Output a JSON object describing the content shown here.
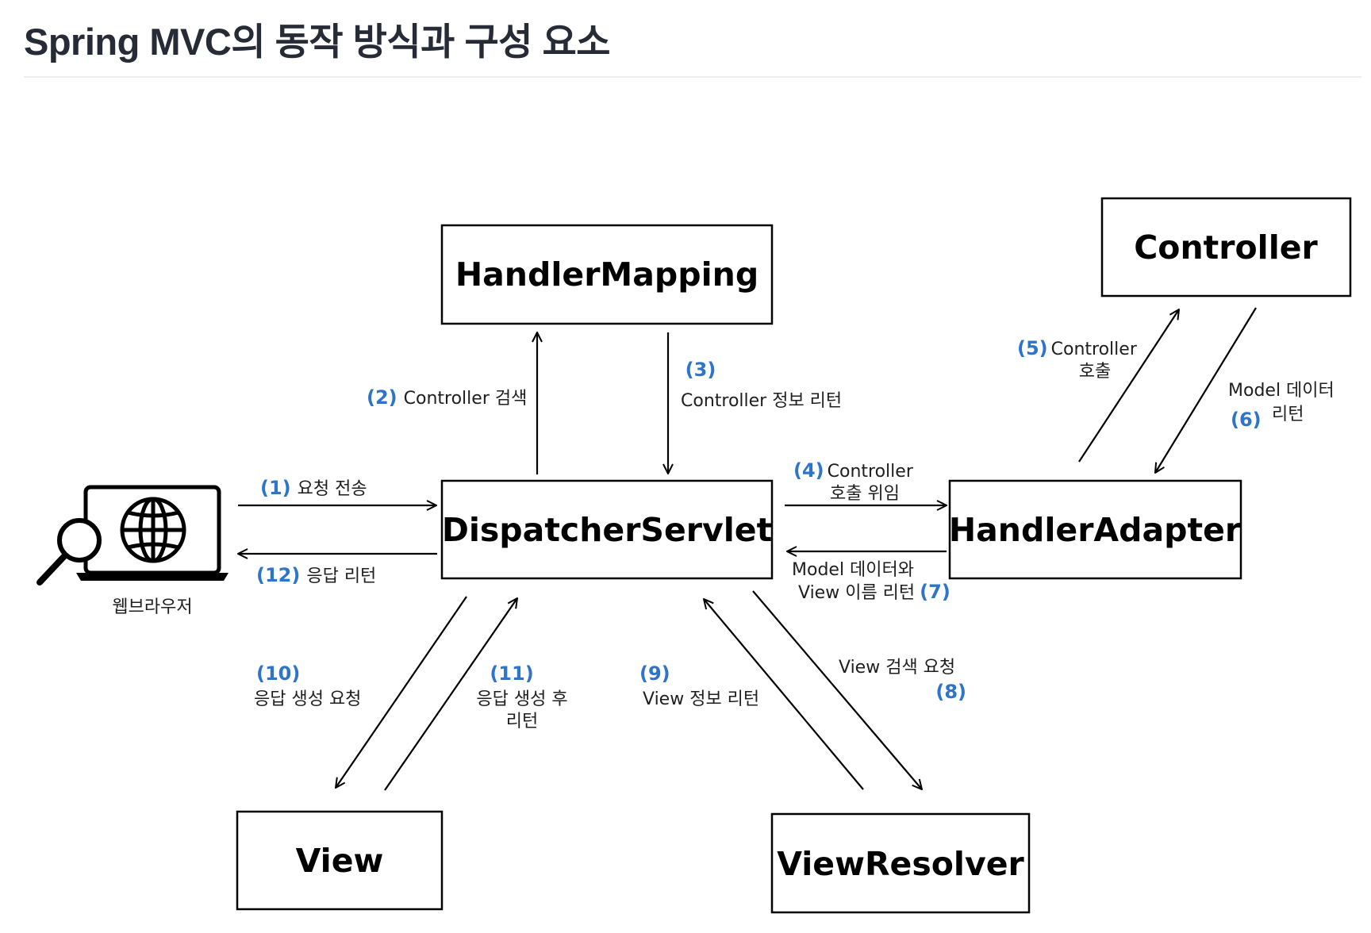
{
  "title": "Spring MVC의 동작 방식과 구성 요소",
  "colors": {
    "step_number": "#2e74c9",
    "box_border": "#000000",
    "title": "#262b35"
  },
  "nodes": {
    "handler_mapping": "HandlerMapping",
    "controller": "Controller",
    "dispatcher_servlet": "DispatcherServlet",
    "handler_adapter": "HandlerAdapter",
    "view": "View",
    "view_resolver": "ViewResolver",
    "browser": "웹브라우저"
  },
  "icons": {
    "browser": "laptop-globe-magnifier-icon"
  },
  "steps": {
    "s1": {
      "num": "(1)",
      "text": "요청 전송"
    },
    "s2": {
      "num": "(2)",
      "text": "Controller 검색"
    },
    "s3": {
      "num": "(3)",
      "text": "Controller 정보 리턴"
    },
    "s4": {
      "num": "(4)",
      "line1": "Controller",
      "line2": "호출 위임"
    },
    "s5": {
      "num": "(5)",
      "line1": "Controller",
      "line2": "호출"
    },
    "s6": {
      "num": "(6)",
      "line1": "Model 데이터",
      "line2": "리턴"
    },
    "s7": {
      "num": "(7)",
      "line1": "Model 데이터와",
      "line2": "View 이름 리턴"
    },
    "s8": {
      "num": "(8)",
      "text": "View 검색 요청"
    },
    "s9": {
      "num": "(9)",
      "text": "View 정보 리턴"
    },
    "s10": {
      "num": "(10)",
      "text": "응답 생성 요청"
    },
    "s11": {
      "num": "(11)",
      "line1": "응답 생성 후",
      "line2": "리턴"
    },
    "s12": {
      "num": "(12)",
      "text": "응답 리턴"
    }
  }
}
